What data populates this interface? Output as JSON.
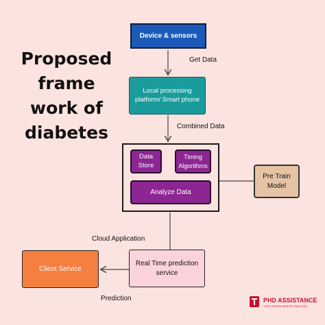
{
  "title_lines": [
    "Proposed",
    "frame",
    "work of",
    "diabetes"
  ],
  "nodes": {
    "device": "Device & sensors",
    "local_processing": "Local processing platform/ Smart phone",
    "data_store": "Data Store",
    "timing_algorithms": "Timing Algorithms",
    "analyze_data": "Analyze Data",
    "pre_train_model": "Pre Train Model",
    "real_time_prediction": "Real Time prediction service",
    "client_service": "Client Service"
  },
  "edge_labels": {
    "get_data": "Get Data",
    "combined_data": "Combined Data",
    "cloud_application": "Cloud Application",
    "prediction": "Prediction"
  },
  "logo": {
    "text": "PHD ASSISTANCE",
    "tagline": "YOUR TRUSTED MENTOR SINCE 2001"
  },
  "colors": {
    "background": "#fbe3df",
    "device": "#1b5ab8",
    "local_processing": "#1a9c9d",
    "cloud_modules": "#8c2692",
    "pre_train_model": "#e6c3a5",
    "real_time_prediction": "#fbd3dc",
    "client_service": "#f47f3f",
    "logo": "#c8102e"
  }
}
